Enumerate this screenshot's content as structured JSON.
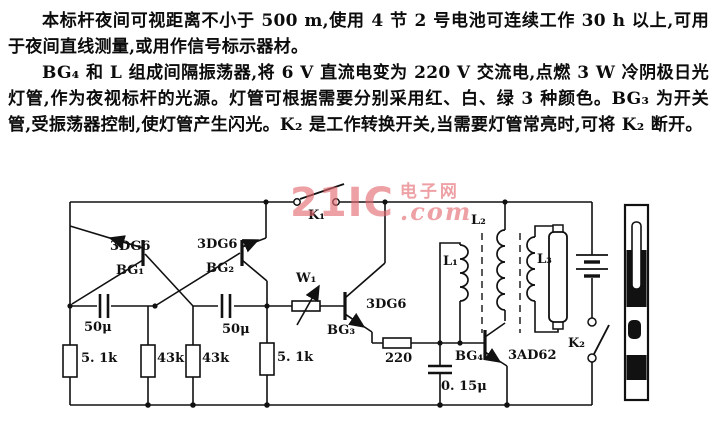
{
  "description": {
    "paragraphs": [
      "本标杆夜间可视距离不小于 500 m,使用 4 节 2 号电池可连续工作 30 h 以上,可用于夜间直线测量,或用作信号标示器材。",
      "BG₄ 和 L 组成间隔振荡器,将 6 V 直流电变为 220 V 交流电,点燃 3 W 冷阴极日光灯管,作为夜视标杆的光源。灯管可根据需要分别采用红、白、绿 3 种颜色。BG₃ 为开关管,受振荡器控制,使灯管产生闪光。K₂ 是工作转换开关,当需要灯管常亮时,可将 K₂ 断开。"
    ]
  },
  "watermark": {
    "brand": "21IC",
    "site": "电子网",
    "domain": ".com",
    "color": "#e4686f"
  },
  "circuit": {
    "labels": {
      "q1_type": "3DG6",
      "q1": "BG₁",
      "q2_type": "3DG6",
      "q2": "BG₂",
      "q3_type": "3DG6",
      "q3": "BG₃",
      "q4": "BG₄",
      "q4_type": "3AD62",
      "c1": "50μ",
      "c2": "50μ",
      "c3": "0. 15μ",
      "r1": "5. 1k",
      "r2": "43k",
      "r3": "43k",
      "r4": "5. 1k",
      "r5": "220",
      "pot": "W₁",
      "sw1": "K₁",
      "sw2": "K₂",
      "coil1": "L₁",
      "coil2": "L₂",
      "coil3": "L₃"
    }
  }
}
